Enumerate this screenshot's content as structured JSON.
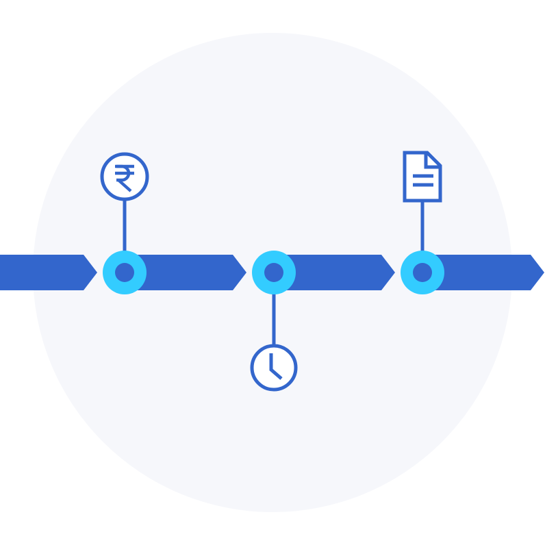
{
  "colors": {
    "page_background": "#ffffff",
    "circle_background": "#f6f7fb",
    "arrow_blue": "#3366cc",
    "node_ring": "#33ccff",
    "node_center": "#3366cc",
    "icon_stroke": "#3366cc"
  },
  "timeline": {
    "segments": 4,
    "nodes": [
      {
        "id": "node-1",
        "icon": "rupee-icon",
        "icon_position": "above"
      },
      {
        "id": "node-2",
        "icon": "clock-icon",
        "icon_position": "below"
      },
      {
        "id": "node-3",
        "icon": "document-icon",
        "icon_position": "above"
      }
    ]
  }
}
